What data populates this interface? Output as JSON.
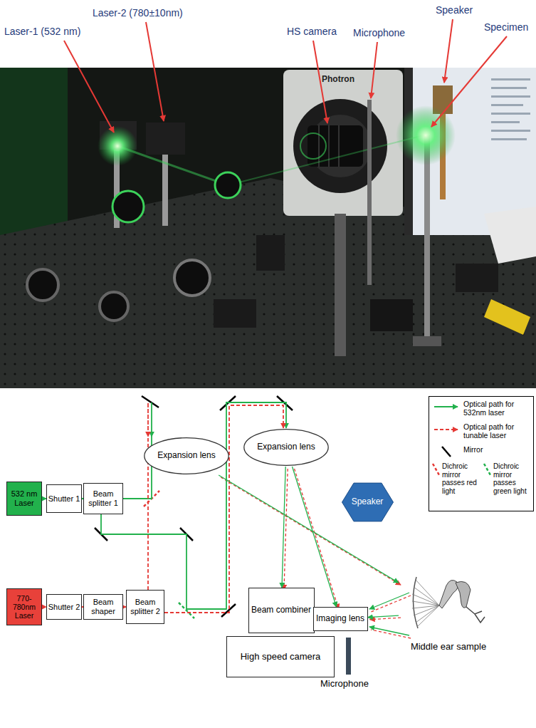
{
  "diagram": {
    "nodes": [
      {
        "text": [
          "532 nm Laser"
        ]
      },
      {
        "text": [
          "Shutter 1"
        ]
      },
      {
        "text": [
          "Beam splitter 1"
        ]
      },
      {
        "text": [
          "770-780nm Laser"
        ]
      },
      {
        "text": [
          "Shutter 2"
        ]
      },
      {
        "text": [
          "Beam shaper"
        ]
      },
      {
        "text": [
          "Beam splitter 2"
        ]
      },
      {
        "text": [
          "Expansion lens"
        ]
      },
      {
        "text": [
          "Expansion lens"
        ]
      },
      {
        "text": [
          "Speaker"
        ]
      },
      {
        "text": [
          "Beam combiner"
        ]
      },
      {
        "text": [
          "Imaging lens"
        ]
      },
      {
        "text": [
          "High speed camera"
        ]
      },
      {
        "text": [
          "Middle ear sample"
        ]
      }
    ],
    "edges": [
      {
        "from": 0,
        "to": 1,
        "arrow": "to"
      },
      {
        "from": 1,
        "to": 2,
        "arrow": "to"
      },
      {
        "from": 2,
        "to": 7,
        "arrow": "to"
      },
      {
        "from": 2,
        "to": 8,
        "arrow": "to"
      },
      {
        "from": 3,
        "to": 4,
        "arrow": "to"
      },
      {
        "from": 4,
        "to": 5,
        "arrow": "to"
      },
      {
        "from": 5,
        "to": 6,
        "arrow": "to"
      },
      {
        "from": 6,
        "to": 7,
        "arrow": "to"
      },
      {
        "from": 6,
        "to": 8,
        "arrow": "to"
      },
      {
        "from": 8,
        "to": 10,
        "arrow": "to"
      },
      {
        "from": 8,
        "to": 11,
        "arrow": "to"
      },
      {
        "from": 7,
        "to": 13,
        "arrow": "to"
      },
      {
        "from": 13,
        "to": 11,
        "arrow": "to"
      }
    ],
    "labels": [
      "Laser-1 (532 nm)",
      "Laser-2 (780±10nm)",
      "HS camera",
      "Microphone",
      "Speaker",
      "Specimen",
      "Photron",
      "Microphone"
    ],
    "legend": [
      {
        "text": "Optical path for 532nm laser"
      },
      {
        "text": "Optical path for tunable laser"
      },
      {
        "text": "Mirror"
      },
      {
        "text": "Dichroic mirror passes red light"
      },
      {
        "text": "Dichroic mirror passes green light"
      }
    ]
  }
}
